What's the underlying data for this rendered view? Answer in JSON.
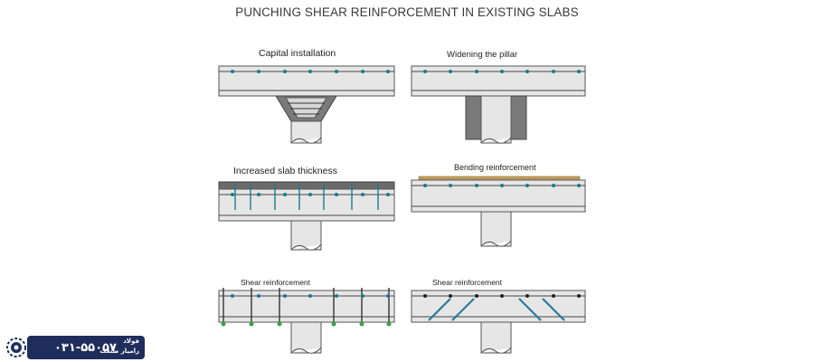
{
  "title": "PUNCHING SHEAR REINFORCEMENT IN EXISTING SLABS",
  "panels": [
    {
      "caption": "Capital installation"
    },
    {
      "caption": "Widening the pillar"
    },
    {
      "caption": "Increased slab thickness"
    },
    {
      "caption": "Bending reinforcement"
    },
    {
      "caption": "Shear reinforcement"
    },
    {
      "caption": "Shear reinforcement"
    }
  ],
  "badge": {
    "phone": "۰۳۱-۵۵۰۵۷",
    "name_line1": "فولاد",
    "name_line2": "رامیار صنعت",
    "logo_icon": "gear-logo-icon"
  },
  "colors": {
    "concrete": "#e6e6e6",
    "outline": "#555555",
    "rebar_dot": "#1b7a8c",
    "steel_dark": "#5a5a5a",
    "anchor": "#3aa04a",
    "plate": "#c8a25a",
    "badge": "#1f2d5c"
  }
}
